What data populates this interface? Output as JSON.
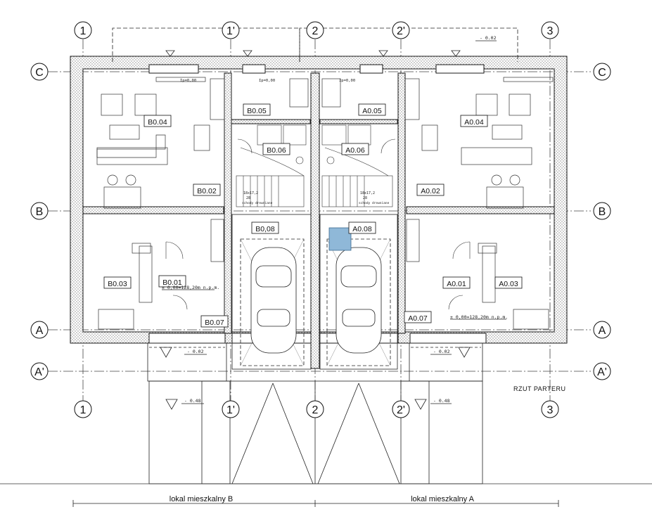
{
  "drawing": {
    "title": "RZUT PARTERU",
    "units": {
      "left": "lokal mieszkalny  B",
      "right": "lokal mieszkalny  A"
    },
    "axes": {
      "vertical": [
        "1",
        "1'",
        "2",
        "2'",
        "3"
      ],
      "horizontal": [
        "C",
        "B",
        "A",
        "A'"
      ]
    },
    "rooms": {
      "B0_05": "B0.05",
      "A0_05": "A0.05",
      "B0_04": "B0.04",
      "A0_04": "A0.04",
      "B0_06": "B0.06",
      "A0_06": "A0.06",
      "B0_02": "B0.02",
      "A0_02": "A0.02",
      "B0_08": "B0,08",
      "A0_08": "A0.08",
      "B0_03": "B0.03",
      "A0_03": "A0.03",
      "B0_01": "B0.01",
      "A0_01": "A0.01",
      "B0_07": "B0.07",
      "A0_07": "A0.07"
    },
    "levels": {
      "zero_left": "± 0,00=128,20m n.p.m.",
      "zero_right": "± 0,00=128,20m n.p.m.",
      "step_top": "- 0.02",
      "step_left": "- 0.02",
      "step_right": "- 0.02",
      "drive_left": "- 0.48",
      "drive_right": "- 0.48"
    },
    "floor_marks": {
      "b05": "Ip=0,00",
      "a05": "Ip=0,00",
      "b04": "Ip=0,00"
    },
    "stairs": {
      "left": [
        "18x17,2",
        "28",
        "schody drewniane"
      ],
      "right": [
        "18x17,2",
        "28",
        "schody drewniane"
      ]
    },
    "colors": {
      "line": "#1a1a1a",
      "hatch": "#9a9a9a",
      "highlight": "#8fb8d8"
    }
  }
}
